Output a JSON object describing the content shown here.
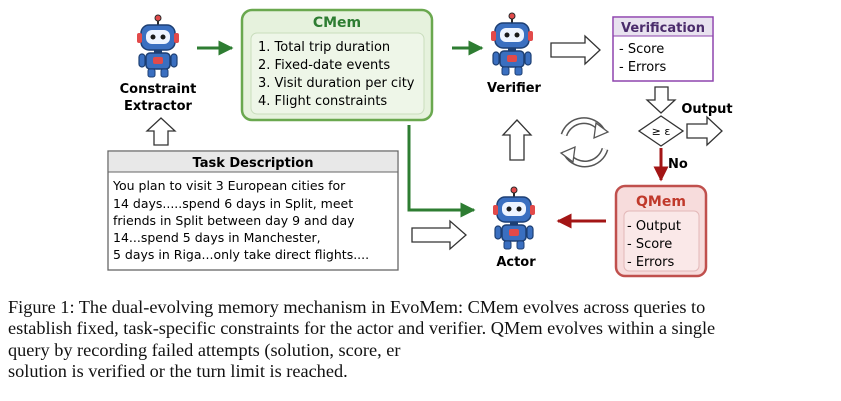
{
  "nodes": {
    "constraint_extractor": {
      "label_line1": "Constraint",
      "label_line2": "Extractor"
    },
    "cmem": {
      "title": "CMem",
      "items": [
        "1. Total trip duration",
        "2. Fixed-date events",
        "3. Visit duration per city",
        "4. Flight constraints"
      ]
    },
    "verifier": {
      "label": "Verifier"
    },
    "verification": {
      "title": "Verification",
      "items": [
        "- Score",
        "- Errors"
      ]
    },
    "check": {
      "symbol": "≥ ε",
      "output_label": "Output",
      "no_label": "No"
    },
    "qmem": {
      "title": "QMem",
      "items": [
        "- Output",
        "- Score",
        "- Errors"
      ]
    },
    "actor": {
      "label": "Actor"
    },
    "task": {
      "title": "Task Description",
      "lines": [
        "You plan to visit 3 European cities for",
        "14 days.....spend 6 days in Split, meet",
        "friends in Split between day 9 and day",
        "14...spend 5 days in Manchester,",
        "5 days in Riga...only take direct flights...."
      ]
    }
  },
  "caption": {
    "lines": [
      "Figure 1: The dual-evolving memory mechanism in EvoMem: CMem evolves across queries to",
      "establish fixed, task-specific constraints for the actor and verifier. QMem evolves within a single",
      "query by recording failed attempts (solution, score, er",
      "solution is verified or the turn limit is reached."
    ]
  },
  "colors": {
    "cmem_border": "#6aa84f",
    "cmem_fill": "#e6f2dd",
    "cmem_title": "#2e7d32",
    "verification_border": "#8e44ad",
    "verification_title": "#4a2b6b",
    "qmem_border": "#c0504d",
    "qmem_fill": "#f7dcdc",
    "qmem_title": "#c0392b",
    "green_arrow": "#2e7d32",
    "red_arrow": "#a31515",
    "robot": "#2f5fa8"
  }
}
